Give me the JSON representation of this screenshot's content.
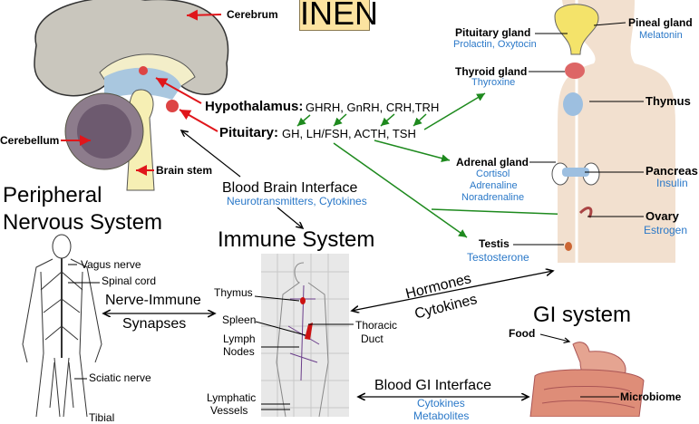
{
  "title": "INEN",
  "brain": {
    "cerebrum": "Cerebrum",
    "cerebellum": "Cerebellum",
    "brain_stem": "Brain stem",
    "hypothalamus_label": "Hypothalamus:",
    "hypothalamus_hormones": "GHRH, GnRH, CRH,TRH",
    "pituitary_label": "Pituitary:",
    "pituitary_hormones": "GH, LH/FSH, ACTH, TSH"
  },
  "blood_brain": {
    "title": "Blood Brain Interface",
    "subtitle": "Neurotransmitters, Cytokines"
  },
  "peripheral": {
    "title_line1": "Peripheral",
    "title_line2": "Nervous System",
    "labels": [
      "Vagus nerve",
      "Spinal cord",
      "Sciatic nerve",
      "Tibial"
    ]
  },
  "nerve_immune": {
    "line1": "Nerve-Immune",
    "line2": "Synapses"
  },
  "immune": {
    "title": "Immune System",
    "thymus": "Thymus",
    "spleen": "Spleen",
    "lymph1": "Lymph",
    "lymph2": "Nodes",
    "thoracic1": "Thoracic",
    "thoracic2": "Duct",
    "lymphatic1": "Lymphatic",
    "lymphatic2": "Vessels"
  },
  "hormones_link": {
    "line1": "Hormones",
    "line2": "Cytokines"
  },
  "endocrine": {
    "pituitary_gland": "Pituitary gland",
    "pituitary_hormones": "Prolactin, Oxytocin",
    "pineal_gland": "Pineal gland",
    "pineal_hormones": "Melatonin",
    "thyroid_gland": "Thyroid gland",
    "thyroid_hormones": "Thyroxine",
    "thymus": "Thymus",
    "adrenal_gland": "Adrenal gland",
    "adrenal_h1": "Cortisol",
    "adrenal_h2": "Adrenaline",
    "adrenal_h3": "Noradrenaline",
    "pancreas": "Pancreas",
    "pancreas_hormones": "Insulin",
    "ovary": "Ovary",
    "ovary_hormones": "Estrogen",
    "testis": "Testis",
    "testis_hormones": "Testosterone"
  },
  "gi": {
    "title": "GI system",
    "food": "Food",
    "microbiome": "Microbiome",
    "interface": "Blood GI Interface",
    "interface_h1": "Cytokines",
    "interface_h2": "Metabolites"
  },
  "colors": {
    "accent_blue": "#2a78c8",
    "arrow_green": "#1e8a1e",
    "arrow_red": "#e0161b",
    "title_box": "#fce3a0"
  }
}
